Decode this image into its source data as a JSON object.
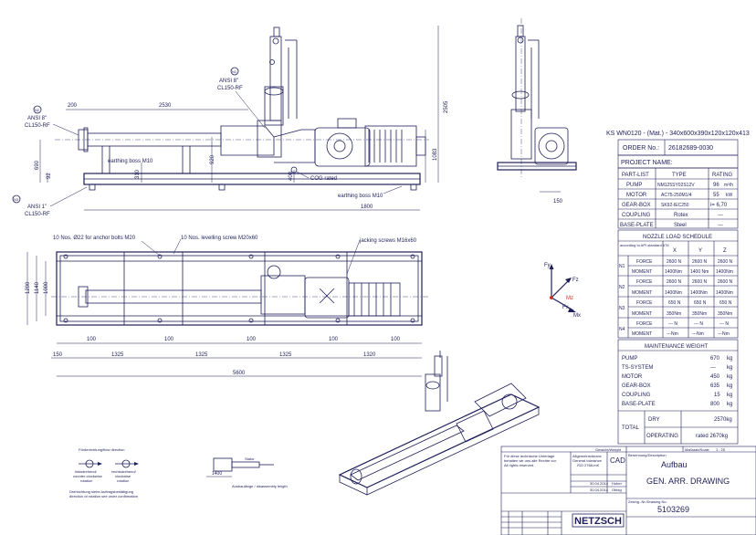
{
  "title_line": "KS WN0120 - (Mat.) - 340x600x390x120x120x413",
  "order_no_label": "ORDER No.:",
  "order_no": "26182689-0030",
  "project_label": "PROJECT NAME:",
  "parts": {
    "headers": [
      "PART-LIST",
      "TYPE",
      "RATING"
    ],
    "rows": [
      {
        "part": "PUMP",
        "type": "NM125SY02S12V",
        "rating": "96",
        "unit": "m³/h"
      },
      {
        "part": "MOTOR",
        "type": "AC75-250M1/4",
        "rating": "55",
        "unit": "kW"
      },
      {
        "part": "GEAR-BOX",
        "type": "SK92-IEC250",
        "rating": "i= 6,70",
        "unit": ""
      },
      {
        "part": "COUPLING",
        "type": "Rotex",
        "rating": "---",
        "unit": ""
      },
      {
        "part": "BASE-PLATE",
        "type": "Steel",
        "rating": "---",
        "unit": ""
      }
    ]
  },
  "nozzle": {
    "title": "NOZZLE LOAD SCHEDULE",
    "standard_note": "according to API standard 676",
    "axes": [
      "X",
      "Y",
      "Z"
    ],
    "groups": [
      {
        "id": "N1",
        "force": [
          "2600 N",
          "2600 N",
          "2600 N"
        ],
        "moment": [
          "1400Nm",
          "1400 Nm",
          "1400Nm"
        ]
      },
      {
        "id": "N2",
        "force": [
          "2600 N",
          "2600 N",
          "2600 N"
        ],
        "moment": [
          "1400Nm",
          "1400Nm",
          "1400Nm"
        ]
      },
      {
        "id": "N3",
        "force": [
          "650 N",
          "650 N",
          "650 N"
        ],
        "moment": [
          "350Nm",
          "350Nm",
          "350Nm"
        ]
      },
      {
        "id": "N4",
        "force": [
          "--- N",
          "--- N",
          "--- N"
        ],
        "moment": [
          "---Nm",
          "---Nm",
          "---Nm"
        ]
      }
    ],
    "force_label": "FORCE",
    "moment_label": "MOMENT"
  },
  "weight": {
    "title": "MAINTENANCE WEIGHT",
    "rows": [
      {
        "label": "PUMP",
        "value": "670",
        "unit": "kg"
      },
      {
        "label": "TS-SYSTEM",
        "value": "---",
        "unit": "kg"
      },
      {
        "label": "MOTOR",
        "value": "450",
        "unit": "kg"
      },
      {
        "label": "GEAR-BOX",
        "value": "635",
        "unit": "kg"
      },
      {
        "label": "COUPLING",
        "value": "15",
        "unit": "kg"
      },
      {
        "label": "BASE-PLATE",
        "value": "800",
        "unit": "kg"
      }
    ],
    "total_label": "TOTAL",
    "dry_label": "DRY",
    "dry_value": "2570kg",
    "operating_label": "OPERATING",
    "operating_value": "rated 2670kg"
  },
  "titleblock": {
    "weight_label": "Gewicht/Weight",
    "scale_label": "Maßstab/Scale",
    "scale_value": "1 : 25",
    "rights_note_1": "Für diese technische Unterlage",
    "rights_note_2": "behalten wir uns alle Rechte vor.",
    "rights_note_3": "All rights reserved.",
    "tolerance_1": "Allgemeintoleranz",
    "tolerance_2": "General tolerance",
    "tolerance_3": "ISO 2768-mK",
    "cad": "CAD",
    "desc_label": "Benennung/Description",
    "desc_1": "Aufbau",
    "desc_2": "GEN. ARR. DRAWING",
    "drawing_no_label": "Zeichg.-Nr./Drawing No.",
    "drawing_no": "5103269",
    "logo": "NETZSCH",
    "date_1": "30.04.2014",
    "date_2": "30.04.2014",
    "name_1": "Huber",
    "name_2": "Obbig"
  },
  "side_view": {
    "ansi_n1": "ANSI 8\"",
    "ansi_n1_b": "CL150-RF",
    "ansi_n2": "ANSI 8\"",
    "ansi_n2_b": "CL150-RF",
    "ansi_n3": "ANSI 1\"",
    "ansi_n3_b": "CL150-RF",
    "earthing_1": "earthing boss M10",
    "earthing_2": "earthing boss M10",
    "cog": "COG rated",
    "dims": {
      "d200": "200",
      "d2530": "2530",
      "d2505": "2505",
      "d1083": "1083",
      "d920": "920",
      "d690": "690",
      "d92": "92",
      "d310": "310",
      "d400": "400",
      "d1800": "1800",
      "d150": "150"
    }
  },
  "plan_view": {
    "anchor_note": "10 Nos. Ø22 for anchor bolts M20",
    "level_note": "10 Nos. levelling screw M20x60",
    "jacking_note": "jacking screws M16x60",
    "dims": {
      "d1200": "1200",
      "d1140": "1140",
      "d1000": "1000",
      "d100": "100",
      "d150": "150",
      "d1325": "1325",
      "d1320": "1320",
      "d5600": "5600"
    }
  },
  "coords": {
    "fy": "Fy",
    "fz": "Fz",
    "mz": "Mz",
    "fx": "Fx",
    "mx": "Mx"
  },
  "flow": {
    "title": "Förderrichtung/flow direction",
    "left_1": "linksdrehend/",
    "left_2": "counter-clockwise",
    "left_3": "rotation",
    "right_1": "rechtsdrehend/",
    "right_2": "clockwise",
    "right_3": "rotation",
    "note_1": "Drehrichtung siehe Auftragsbestätigung",
    "note_2": "direction of rotation see order confirmation",
    "stator": "Stator",
    "dim_1400": "1400",
    "disassembly": "Ausbaulänge / disassembly length"
  }
}
